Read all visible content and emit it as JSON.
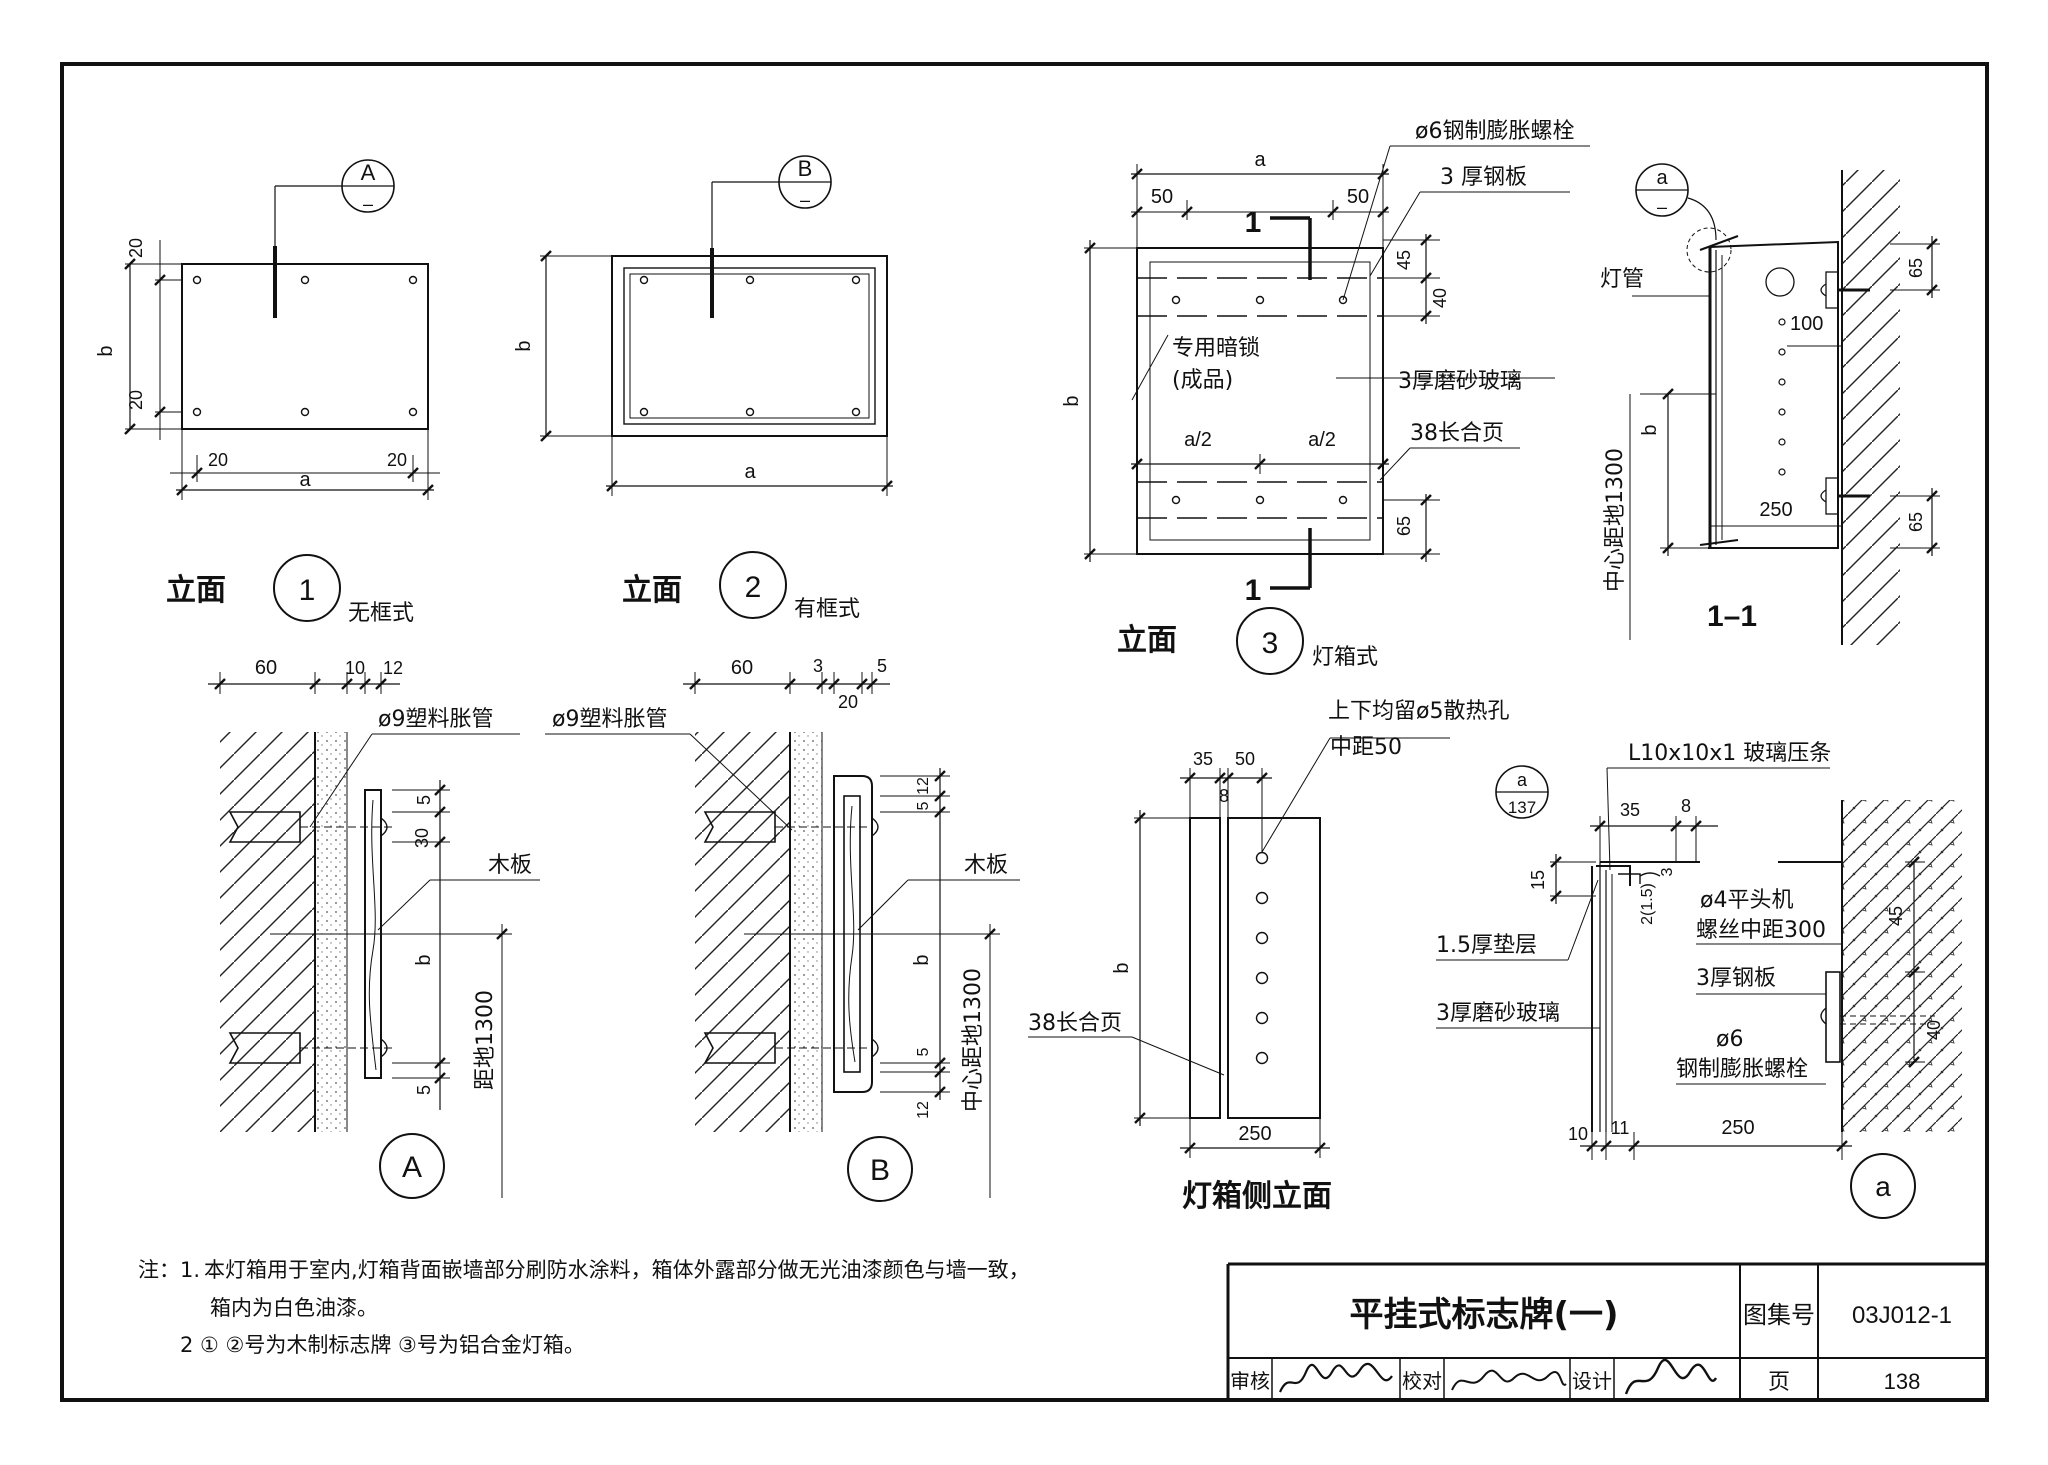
{
  "title_block": {
    "title": "平挂式标志牌(一)",
    "atlas_label": "图集号",
    "atlas_no": "03J012-1",
    "review_label": "审核",
    "check_label": "校对",
    "design_label": "设计",
    "page_label": "页",
    "page_no": "138"
  },
  "notes": {
    "prefix": "注：1.",
    "line1": "本灯箱用于室内,灯箱背面嵌墙部分刷防水涂料，箱体外露部分做无光油漆颜色与墙一致，",
    "line2": "箱内为白色油漆。",
    "line3": "2  ①  ②号为木制标志牌  ③号为铝合金灯箱。"
  },
  "elev1": {
    "caption": "立面",
    "num": "1",
    "type": "无框式",
    "callout_letter": "A",
    "callout_sub": "–",
    "dim_a": "a",
    "dim_b": "b",
    "dim_20": "20"
  },
  "elev2": {
    "caption": "立面",
    "num": "2",
    "type": "有框式",
    "callout_letter": "B",
    "callout_sub": "–",
    "dim_a": "a",
    "dim_b": "b"
  },
  "elev3": {
    "caption": "立面",
    "num": "3",
    "type": "灯箱式",
    "dim_a": "a",
    "dim_b": "b",
    "dim_50": "50",
    "dim_45": "45",
    "dim_40": "40",
    "dim_65": "65",
    "half_a": "a/2",
    "section_mark": "1",
    "bolt": "ø6钢制膨胀螺栓",
    "plate": "3 厚钢板",
    "lock_1": "专用暗锁",
    "lock_2": "(成品)",
    "glass": "3厚磨砂玻璃",
    "hinge": "38长合页"
  },
  "section11": {
    "label": "1–1",
    "callout_letter": "a",
    "callout_sub": "–",
    "tube": "灯管",
    "dim_100": "100",
    "dim_250": "250",
    "dim_65": "65",
    "dim_b": "b",
    "center_height": "中心距地1300"
  },
  "detailA": {
    "label": "A",
    "pipe": "ø9塑料胀管",
    "board": "木板",
    "dim_60": "60",
    "dim_10": "10",
    "dim_12": "12",
    "dim_5": "5",
    "dim_30": "30",
    "dim_b": "b",
    "height": "距地1300"
  },
  "detailB": {
    "label": "B",
    "pipe": "ø9塑料胀管",
    "board": "木板",
    "dim_60": "60",
    "dim_3": "3",
    "dim_5": "5",
    "dim_20": "20",
    "dim_12": "12",
    "dim_b": "b",
    "height": "中心距地1300"
  },
  "side": {
    "caption": "灯箱侧立面",
    "vent_1": "上下均留ø5散热孔",
    "vent_2": "中距50",
    "dim_35": "35",
    "dim_50": "50",
    "dim_8": "8",
    "dim_250": "250",
    "dim_b": "b",
    "hinge": "38长合页"
  },
  "detail_a": {
    "label": "a",
    "callout_top": "a",
    "callout_bottom": "137",
    "glass_bead": "L10x10x1 玻璃压条",
    "screw_1": "ø4平头机",
    "screw_2": "螺丝中距300",
    "pad": "1.5厚垫层",
    "plate": "3厚钢板",
    "glass": "3厚磨砂玻璃",
    "bolt_1": "ø6",
    "bolt_2": "钢制膨胀螺栓",
    "dim_35": "35",
    "dim_8": "8",
    "dim_15": "15",
    "dim_3": "3",
    "dim_2": "2(1.5)",
    "dim_45": "45",
    "dim_40": "40",
    "dim_10": "10",
    "dim_11": "11",
    "dim_250": "250"
  }
}
